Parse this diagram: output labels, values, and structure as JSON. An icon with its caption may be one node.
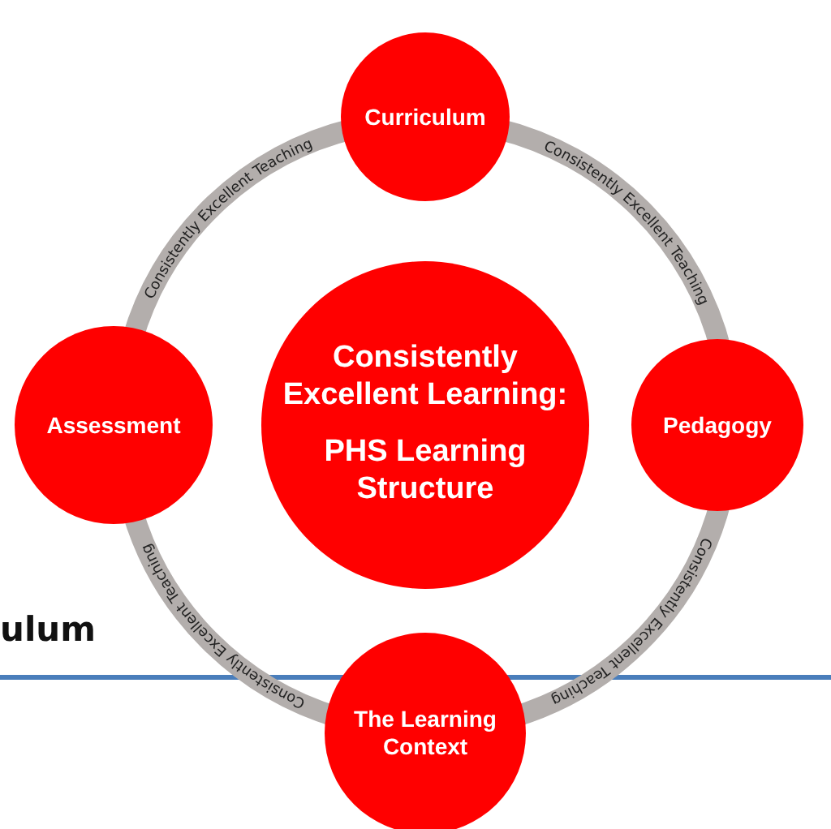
{
  "diagram": {
    "nodes": [
      {
        "text": [
          "Curriculum"
        ]
      },
      {
        "text": [
          "Assessment"
        ]
      },
      {
        "text": [
          "Consistently Excellent Learning:",
          "PHS Learning Structure"
        ]
      },
      {
        "text": [
          "Pedagogy"
        ]
      },
      {
        "text": [
          "The Learning Context"
        ]
      }
    ],
    "edges": [
      {
        "from": 1,
        "to": 0,
        "arrow": "none",
        "label": "Consistently Excellent Teaching"
      },
      {
        "from": 0,
        "to": 3,
        "arrow": "none",
        "label": "Consistently Excellent Teaching"
      },
      {
        "from": 3,
        "to": 4,
        "arrow": "none",
        "label": "Consistently Excellent Teaching"
      },
      {
        "from": 4,
        "to": 1,
        "arrow": "none",
        "label": "Consistently Excellent Teaching"
      }
    ],
    "labels": [
      "ulum"
    ]
  }
}
